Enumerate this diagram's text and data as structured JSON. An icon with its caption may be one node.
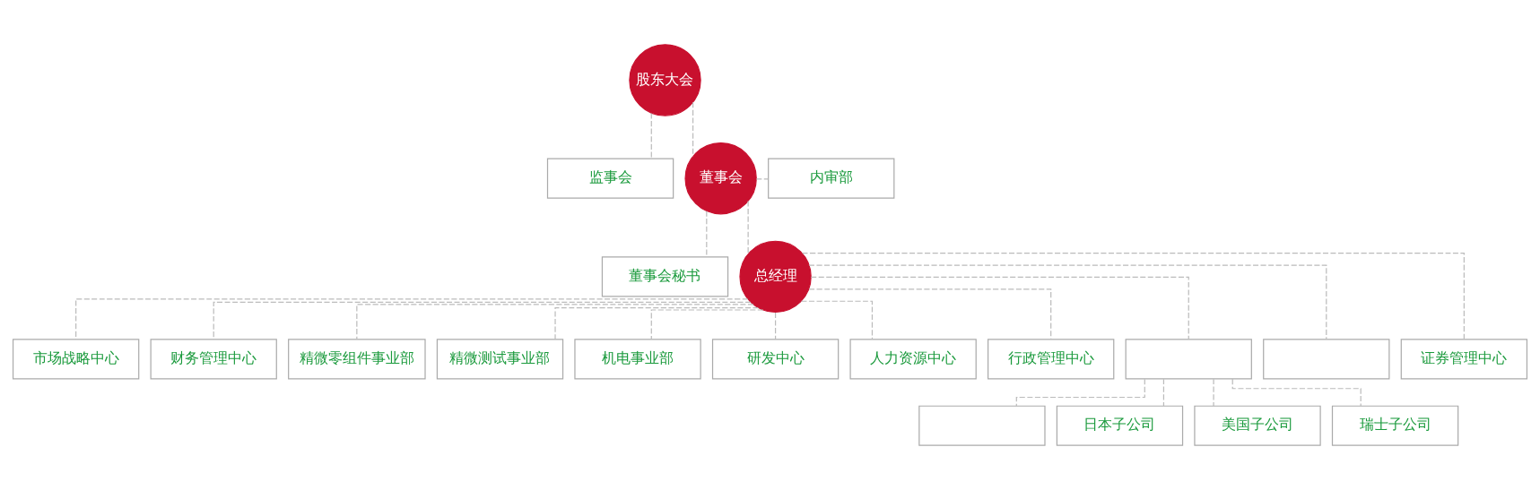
{
  "diagram": {
    "nodes": [
      {
        "text": [
          "股东大会"
        ]
      },
      {
        "text": [
          "监事会"
        ]
      },
      {
        "text": [
          "董事会"
        ]
      },
      {
        "text": [
          "内审部"
        ]
      },
      {
        "text": [
          "董事会秘书"
        ]
      },
      {
        "text": [
          "总经理"
        ]
      },
      {
        "text": [
          "市场战略中心"
        ]
      },
      {
        "text": [
          "财务管理中心"
        ]
      },
      {
        "text": [
          "精微零组件事业部"
        ]
      },
      {
        "text": [
          "精微测试事业部"
        ]
      },
      {
        "text": [
          "机电事业部"
        ]
      },
      {
        "text": [
          "研发中心"
        ]
      },
      {
        "text": [
          "人力资源中心"
        ]
      },
      {
        "text": [
          "行政管理中心"
        ]
      },
      {
        "text": [],
        "shape": "box"
      },
      {
        "text": [],
        "shape": "box"
      },
      {
        "text": [
          "证券管理中心"
        ]
      },
      {
        "text": [],
        "shape": "box"
      },
      {
        "text": [
          "日本子公司"
        ]
      },
      {
        "text": [
          "美国子公司"
        ]
      },
      {
        "text": [
          "瑞士子公司"
        ]
      }
    ],
    "edges": [
      {
        "from": 0,
        "to": 1,
        "arrow": "none",
        "style": "dashed"
      },
      {
        "from": 0,
        "to": 2,
        "arrow": "none",
        "style": "dashed"
      },
      {
        "from": 2,
        "to": 3,
        "arrow": "none",
        "style": "dashed"
      },
      {
        "from": 2,
        "to": 4,
        "arrow": "none",
        "style": "dashed"
      },
      {
        "from": 2,
        "to": 5,
        "arrow": "none",
        "style": "dashed"
      },
      {
        "from": 5,
        "to": 6,
        "arrow": "none",
        "style": "dashed"
      },
      {
        "from": 5,
        "to": 7,
        "arrow": "none",
        "style": "dashed"
      },
      {
        "from": 5,
        "to": 8,
        "arrow": "none",
        "style": "dashed"
      },
      {
        "from": 5,
        "to": 9,
        "arrow": "none",
        "style": "dashed"
      },
      {
        "from": 5,
        "to": 10,
        "arrow": "none",
        "style": "dashed"
      },
      {
        "from": 5,
        "to": 11,
        "arrow": "none",
        "style": "dashed"
      },
      {
        "from": 5,
        "to": 12,
        "arrow": "none",
        "style": "dashed"
      },
      {
        "from": 5,
        "to": 13,
        "arrow": "none",
        "style": "dashed"
      },
      {
        "from": 5,
        "to": 14,
        "arrow": "none",
        "style": "dashed"
      },
      {
        "from": 5,
        "to": 15,
        "arrow": "none",
        "style": "dashed"
      },
      {
        "from": 5,
        "to": 16,
        "arrow": "none",
        "style": "dashed"
      },
      {
        "from": 14,
        "to": 17,
        "arrow": "none",
        "style": "dashed"
      },
      {
        "from": 14,
        "to": 18,
        "arrow": "none",
        "style": "dashed"
      },
      {
        "from": 14,
        "to": 19,
        "arrow": "none",
        "style": "dashed"
      },
      {
        "from": 14,
        "to": 20,
        "arrow": "none",
        "style": "dashed"
      }
    ]
  }
}
